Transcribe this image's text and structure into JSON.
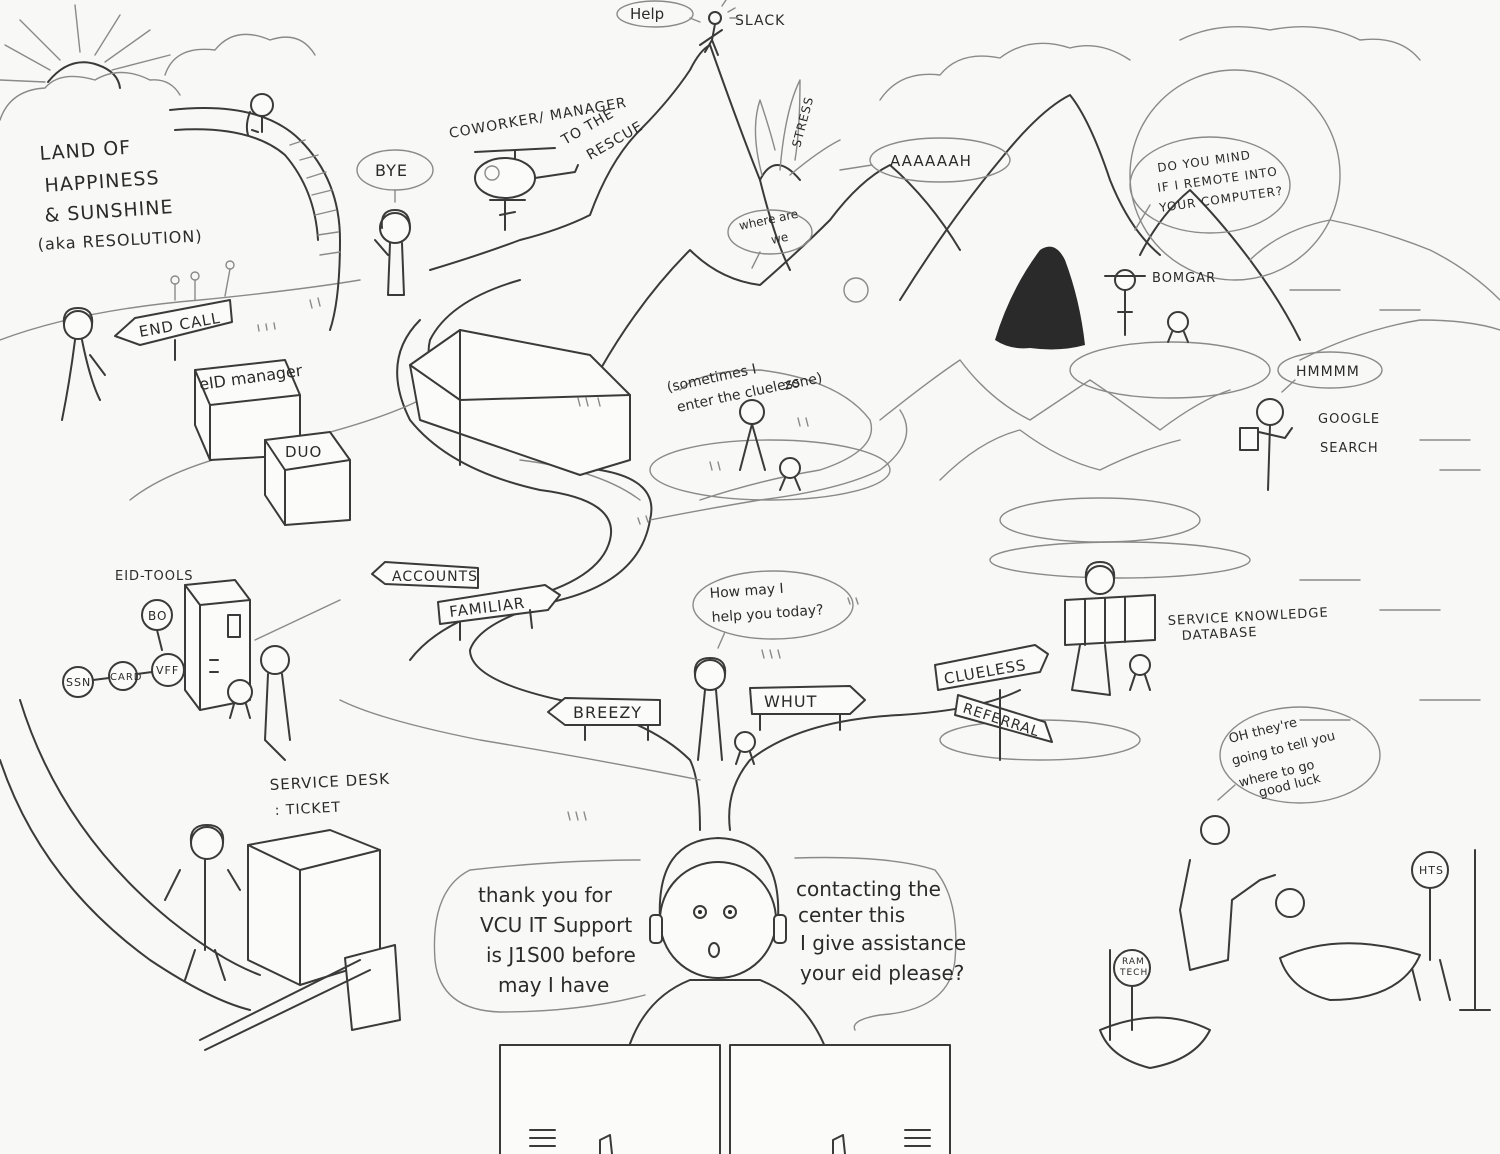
{
  "labels": {
    "land_of_happiness": [
      "LAND OF",
      "HAPPINESS",
      "& SUNSHINE",
      "(aka RESOLUTION)"
    ],
    "help": "Help",
    "slack": "SLACK",
    "stress": "STRESS",
    "coworker_rescue": [
      "COWORKER/ MANAGER",
      "TO THE",
      "RESCUE"
    ],
    "aaaah": "AAAAAAH",
    "where_are_we": [
      "where are",
      "we"
    ],
    "bye": "BYE",
    "remote_into": [
      "DO YOU MIND",
      "IF I REMOTE INTO",
      "YOUR COMPUTER?"
    ],
    "bomgar": "BOMGAR",
    "end_call": "END CALL",
    "eid_manager": "eID manager",
    "duo": "DUO",
    "clueless_zone": [
      "(sometimes I",
      "enter the clueless",
      "zone)"
    ],
    "hmmm": "HMMMM",
    "google_search": [
      "GOOGLE",
      "SEARCH"
    ],
    "eid_tools": "EID-TOOLS",
    "bo": "BO",
    "ssn": "SSN",
    "card": "CARD",
    "vff": "VFF",
    "accounts": "ACCOUNTS",
    "familiar": "FAMILIAR",
    "how_may_i_help": [
      "How may I",
      "help you today?"
    ],
    "service_knowledge": [
      "SERVICE KNOWLEDGE",
      "DATABASE"
    ],
    "clueless": "CLUELESS",
    "referral": "REFERRAL",
    "breezy": "BREEZY",
    "whut": "WHUT",
    "oh_theyre_going": [
      "OH they're",
      "going to tell you",
      "where to go",
      "good luck"
    ],
    "service_desk_ticket": [
      "SERVICE DESK",
      ": TICKET"
    ],
    "greeting_left": [
      "thank you for",
      "VCU IT Support",
      "is J1S00 before",
      "may I have"
    ],
    "greeting_right": [
      "contacting the",
      "center this",
      "I give assistance",
      "your eid please?"
    ],
    "hts": "HTS",
    "ram_tech": [
      "RAM",
      "TECH"
    ]
  },
  "colors": {
    "pencil": "#2b2b2b",
    "paper": "#f8f8f6"
  }
}
